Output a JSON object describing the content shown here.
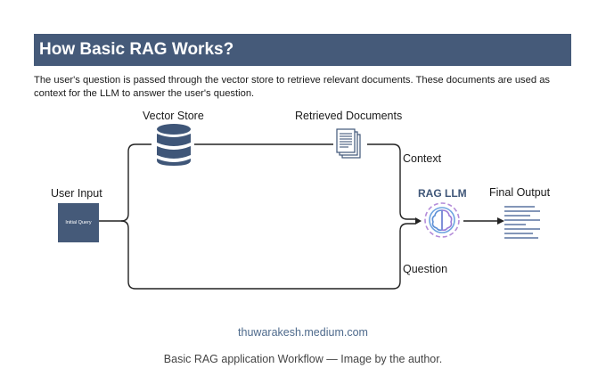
{
  "header": {
    "title": "How Basic RAG Works?"
  },
  "description": "The user's question is passed through the vector store to retrieve relevant documents. These documents are used as context for the LLM to answer the user's question.",
  "diagram": {
    "user_input_label": "User Input",
    "initial_query_text": "Initial Query",
    "vector_store_label": "Vector Store",
    "retrieved_docs_label": "Retrieved Documents",
    "context_label": "Context",
    "question_label": "Question",
    "rag_llm_label": "RAG LLM",
    "final_output_label": "Final Output"
  },
  "footer": {
    "site": "thuwarakesh.medium.com",
    "caption": "Basic RAG application Workflow — Image by the author."
  },
  "colors": {
    "accent": "#455a79",
    "rag_label": "#3f5678",
    "site_link": "#4e6a8c"
  }
}
